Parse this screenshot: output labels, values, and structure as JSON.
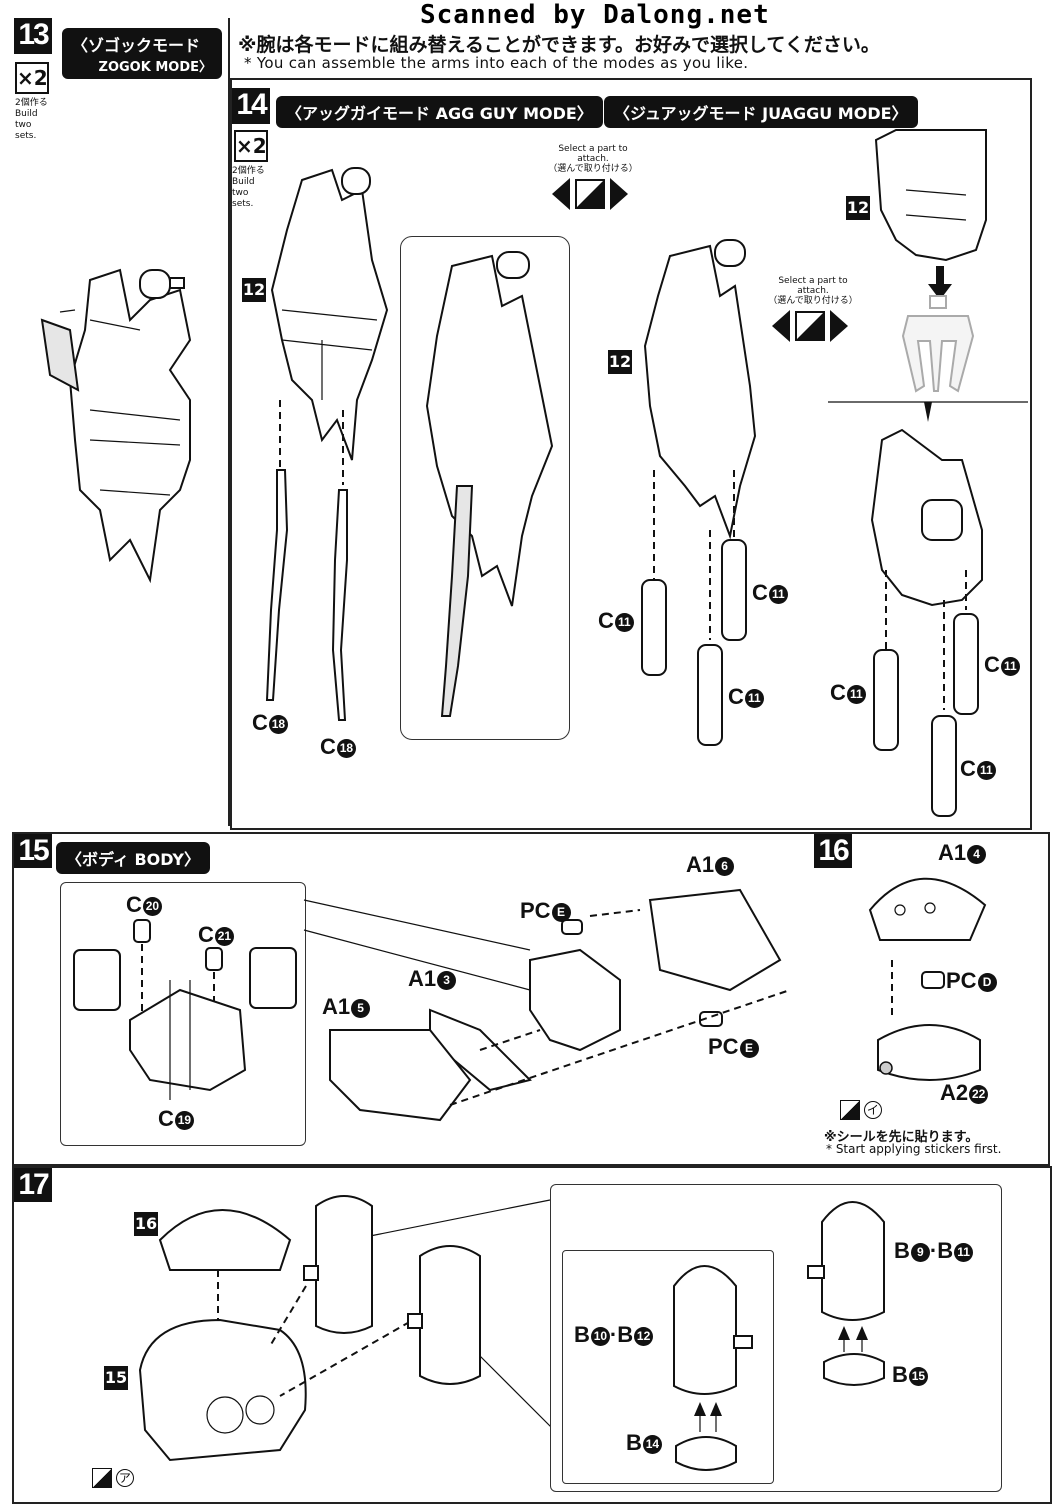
{
  "watermark": "Scanned by Dalong.net",
  "general_note": {
    "jp": "※腕は各モードに組み替えることができます。お好みで選択してください。",
    "en": "* You can assemble the arms into each of the modes as you like."
  },
  "build_two": {
    "count": "×2",
    "jp": "2個作る",
    "en": "Build two sets."
  },
  "select_part": {
    "en": "Select a part to attach.",
    "jp": "（選んで取り付ける）"
  },
  "step13": {
    "number": "13",
    "jp": "〈ゾゴックモード",
    "en": "ZOGOK MODE〉"
  },
  "step14": {
    "number": "14",
    "agg_guy": "〈アッグガイモード AGG GUY MODE〉",
    "juaggu": "〈ジュアッグモード JUAGGU MODE〉",
    "sub_ref": "12",
    "parts": [
      "C",
      "C"
    ],
    "part_nums": [
      "18",
      "18"
    ],
    "juaggu_parts": [
      "C",
      "C",
      "C"
    ],
    "juaggu_nums": [
      "11",
      "11",
      "11"
    ],
    "right_parts": [
      "C",
      "C",
      "C"
    ],
    "right_nums": [
      "11",
      "11",
      "11"
    ]
  },
  "step15": {
    "number": "15",
    "title": "〈ボディ BODY〉",
    "parts": {
      "c20": "C",
      "c20n": "20",
      "c21": "C",
      "c21n": "21",
      "c19": "C",
      "c19n": "19",
      "a16": "A1",
      "a16n": "6",
      "a13": "A1",
      "a13n": "3",
      "a15": "A1",
      "a15n": "5",
      "pce1": "PC",
      "pce1n": "E",
      "pce2": "PC",
      "pce2n": "E"
    }
  },
  "step16": {
    "number": "16",
    "a14": "A1",
    "a14n": "4",
    "pcd": "PC",
    "pcdn": "D",
    "a222": "A2",
    "a222n": "22",
    "sticker_ref": "イ",
    "note_jp": "※シールを先に貼ります。",
    "note_en": "* Start applying stickers first."
  },
  "step17": {
    "number": "17",
    "ref16": "16",
    "ref15": "15",
    "sticker_ref": "ア",
    "b10b12": "B",
    "b10n": "10",
    "b12n": "12",
    "b14": "B",
    "b14n": "14",
    "b9b11": "B",
    "b9n": "9",
    "b11n": "11",
    "b15": "B",
    "b15n": "15"
  }
}
